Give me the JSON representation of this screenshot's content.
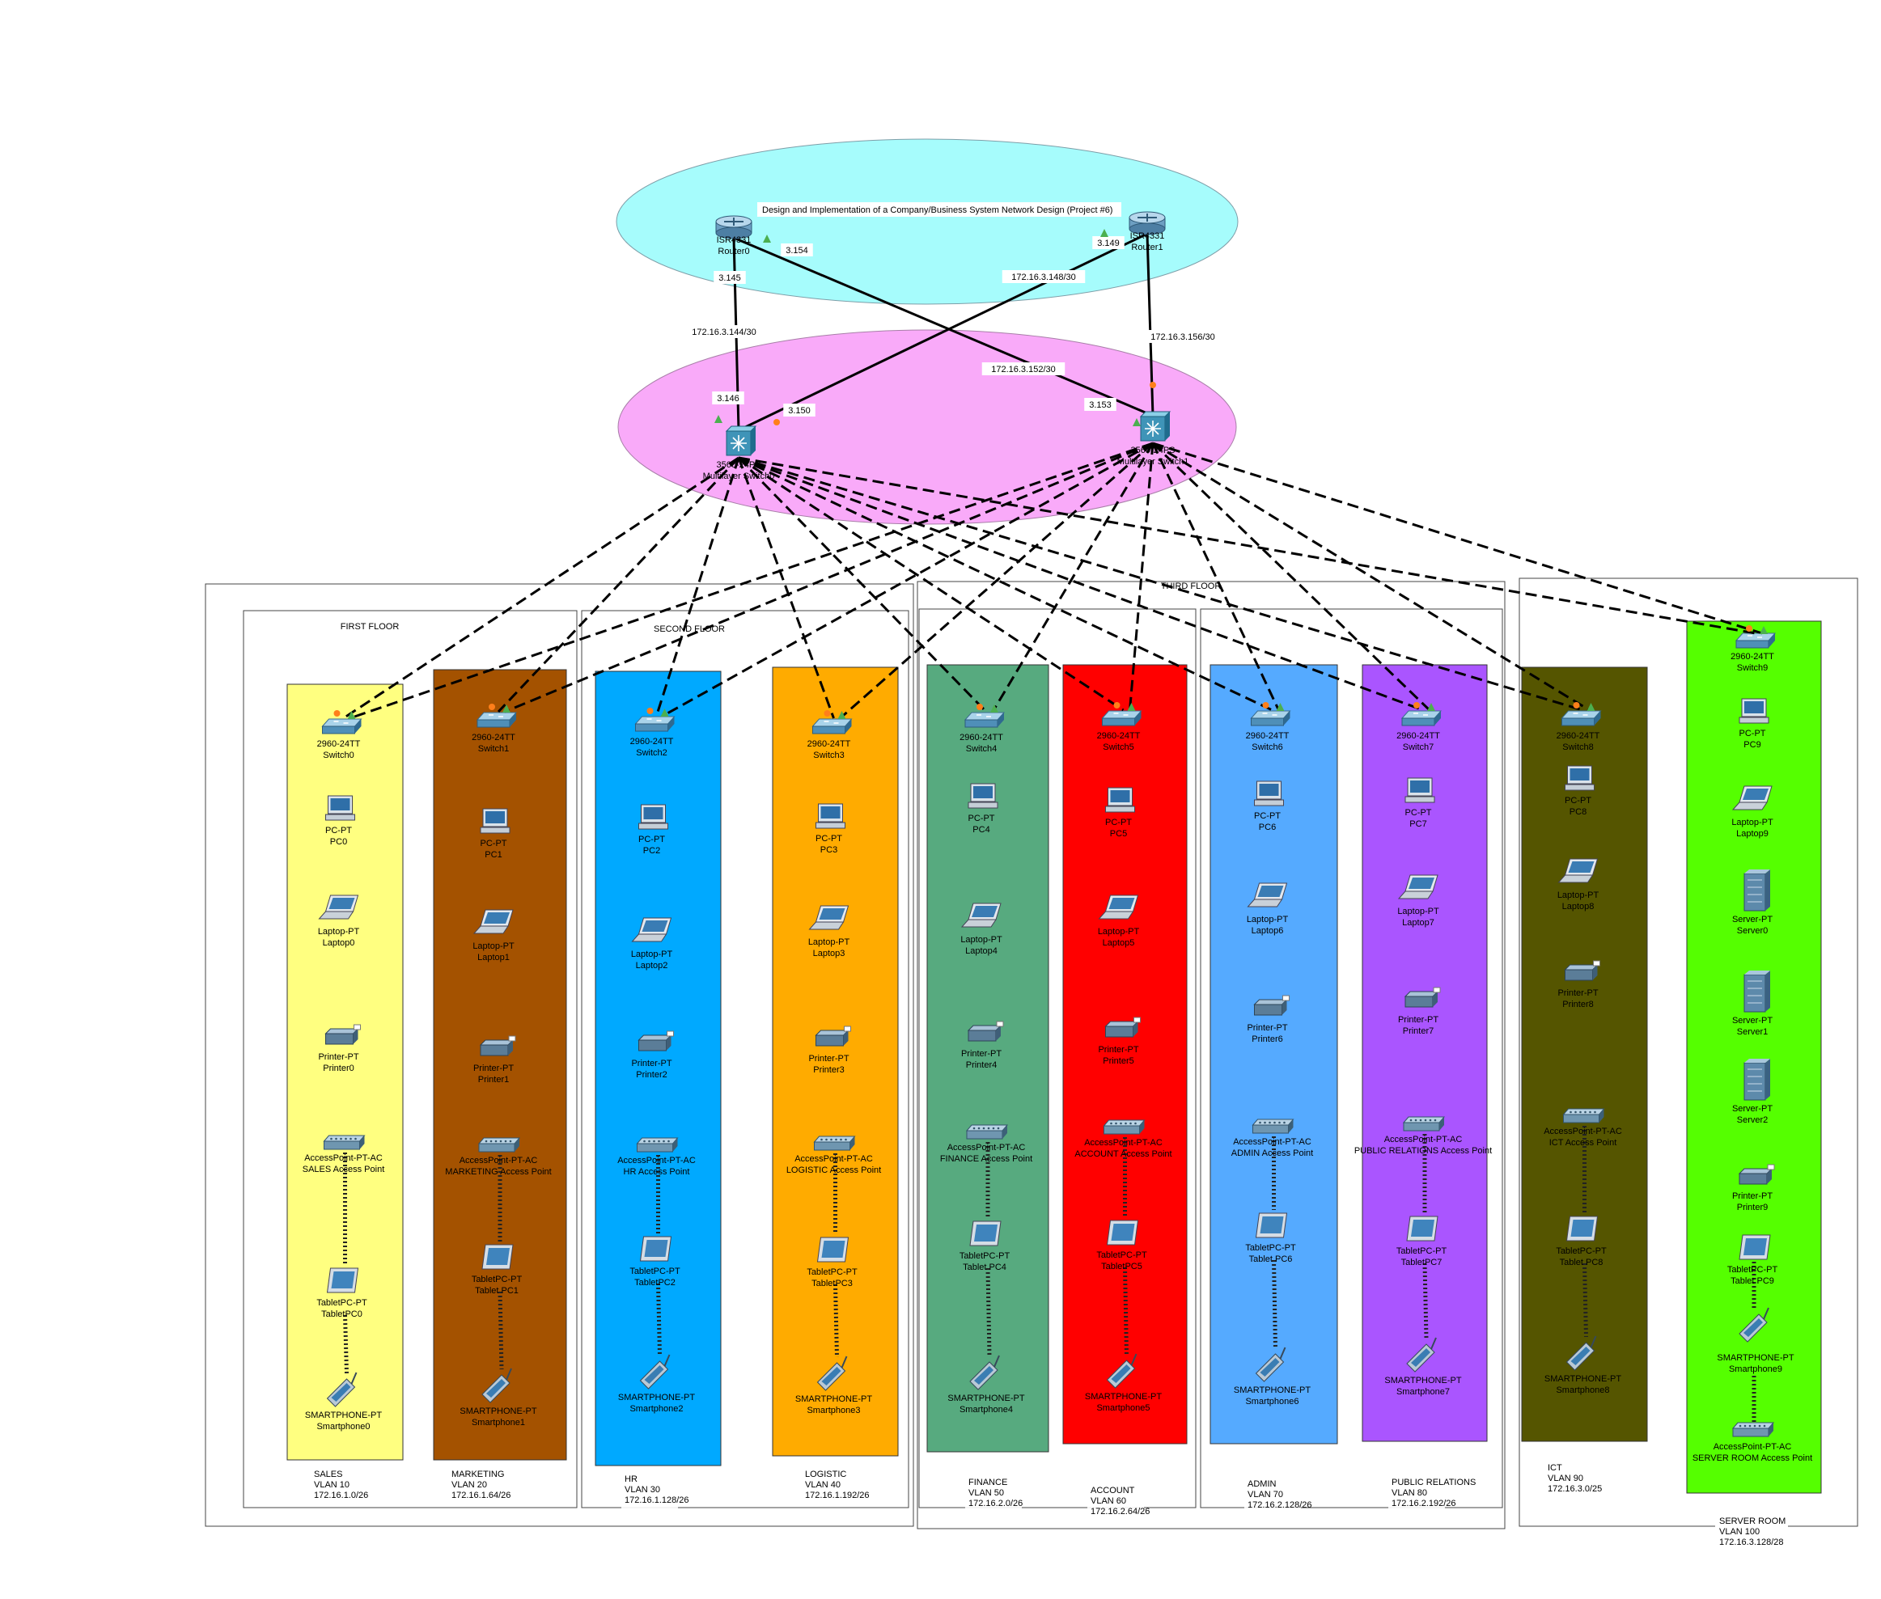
{
  "title": "Design and Implementation of a Company/Business System Network Design (Project #6)",
  "colors": {
    "core_ellipse": "#a6fcfc",
    "distribution_ellipse": "#f9aaf9",
    "link_solid": "#000000",
    "link_dashed": "#000000",
    "port_green": "#4caf50",
    "port_orange": "#ff7f1a"
  },
  "routers": [
    {
      "model": "ISR4331",
      "name": "Router0"
    },
    {
      "model": "ISR4331",
      "name": "Router1"
    }
  ],
  "multilayer_switches": [
    {
      "model": "3560-24PS",
      "name": "Multilayer Switch0"
    },
    {
      "model": "3560-24PS",
      "name": "Multilayer Switch1"
    }
  ],
  "ip_labels": [
    "3.145",
    "3.154",
    "3.149",
    "172.16.3.148/30",
    "172.16.3.144/30",
    "172.16.3.156/30",
    "172.16.3.152/30",
    "3.146",
    "3.150",
    "3.153"
  ],
  "floors": [
    "FIRST FLOOR",
    "SECOND FLOOR",
    "THIRD FLOOR"
  ],
  "departments": [
    {
      "key": "sales",
      "color": "#ffff80",
      "switch": [
        "2960-24TT",
        "Switch0"
      ],
      "pc": [
        "PC-PT",
        "PC0"
      ],
      "laptop": [
        "Laptop-PT",
        "Laptop0"
      ],
      "printer": [
        "Printer-PT",
        "Printer0"
      ],
      "ap": [
        "AccessPoint-PT-AC",
        "SALES Access Point"
      ],
      "tablet": [
        "TabletPC-PT",
        "TabletPC0"
      ],
      "phone": [
        "SMARTPHONE-PT",
        "Smartphone0"
      ],
      "note": [
        "SALES",
        "VLAN 10",
        "172.16.1.0/26"
      ]
    },
    {
      "key": "marketing",
      "color": "#a45200",
      "switch": [
        "2960-24TT",
        "Switch1"
      ],
      "pc": [
        "PC-PT",
        "PC1"
      ],
      "laptop": [
        "Laptop-PT",
        "Laptop1"
      ],
      "printer": [
        "Printer-PT",
        "Printer1"
      ],
      "ap": [
        "AccessPoint-PT-AC",
        "MARKETING Access Point"
      ],
      "tablet": [
        "TabletPC-PT",
        "Tablet PC1"
      ],
      "phone": [
        "SMARTPHONE-PT",
        "Smartphone1"
      ],
      "note": [
        "MARKETING",
        "VLAN 20",
        "172.16.1.64/26"
      ]
    },
    {
      "key": "hr",
      "color": "#00a9ff",
      "switch": [
        "2960-24TT",
        "Switch2"
      ],
      "pc": [
        "PC-PT",
        "PC2"
      ],
      "laptop": [
        "Laptop-PT",
        "Laptop2"
      ],
      "printer": [
        "Printer-PT",
        "Printer2"
      ],
      "ap": [
        "AccessPoint-PT-AC",
        "HR Access Point"
      ],
      "tablet": [
        "TabletPC-PT",
        "TabletPC2"
      ],
      "phone": [
        "SMARTPHONE-PT",
        "Smartphone2"
      ],
      "note": [
        "HR",
        "VLAN 30",
        "172.16.1.128/26"
      ]
    },
    {
      "key": "logistic",
      "color": "#ffab00",
      "switch": [
        "2960-24TT",
        "Switch3"
      ],
      "pc": [
        "PC-PT",
        "PC3"
      ],
      "laptop": [
        "Laptop-PT",
        "Laptop3"
      ],
      "printer": [
        "Printer-PT",
        "Printer3"
      ],
      "ap": [
        "AccessPoint-PT-AC",
        "LOGISTIC Access Point"
      ],
      "tablet": [
        "TabletPC-PT",
        "TabletPC3"
      ],
      "phone": [
        "SMARTPHONE-PT",
        "Smartphone3"
      ],
      "note": [
        "LOGISTIC",
        "VLAN 40",
        "172.16.1.192/26"
      ]
    },
    {
      "key": "finance",
      "color": "#57aa7f",
      "switch": [
        "2960-24TT",
        "Switch4"
      ],
      "pc": [
        "PC-PT",
        "PC4"
      ],
      "laptop": [
        "Laptop-PT",
        "Laptop4"
      ],
      "printer": [
        "Printer-PT",
        "Printer4"
      ],
      "ap": [
        "AccessPoint-PT-AC",
        "FINANCE Access Point"
      ],
      "tablet": [
        "TabletPC-PT",
        "Tablet PC4"
      ],
      "phone": [
        "SMARTPHONE-PT",
        "Smartphone4"
      ],
      "note": [
        "FINANCE",
        "VLAN 50",
        "172.16.2.0/26"
      ]
    },
    {
      "key": "account",
      "color": "#ff0000",
      "switch": [
        "2960-24TT",
        "Switch5"
      ],
      "pc": [
        "PC-PT",
        "PC5"
      ],
      "laptop": [
        "Laptop-PT",
        "Laptop5"
      ],
      "printer": [
        "Printer-PT",
        "Printer5"
      ],
      "ap": [
        "AccessPoint-PT-AC",
        "ACCOUNT Access Point"
      ],
      "tablet": [
        "TabletPC-PT",
        "TabletPC5"
      ],
      "phone": [
        "SMARTPHONE-PT",
        "Smartphone5"
      ],
      "note": [
        "ACCOUNT",
        "VLAN 60",
        "172.16.2.64/26"
      ]
    },
    {
      "key": "admin",
      "color": "#55aaff",
      "switch": [
        "2960-24TT",
        "Switch6"
      ],
      "pc": [
        "PC-PT",
        "PC6"
      ],
      "laptop": [
        "Laptop-PT",
        "Laptop6"
      ],
      "printer": [
        "Printer-PT",
        "Printer6"
      ],
      "ap": [
        "AccessPoint-PT-AC",
        "ADMIN Access Point"
      ],
      "tablet": [
        "TabletPC-PT",
        "Tablet PC6"
      ],
      "phone": [
        "SMARTPHONE-PT",
        "Smartphone6"
      ],
      "note": [
        "ADMIN",
        "VLAN 70",
        "172.16.2.128/26"
      ]
    },
    {
      "key": "pr",
      "color": "#aa55ff",
      "switch": [
        "2960-24TT",
        "Switch7"
      ],
      "pc": [
        "PC-PT",
        "PC7"
      ],
      "laptop": [
        "Laptop-PT",
        "Laptop7"
      ],
      "printer": [
        "Printer-PT",
        "Printer7"
      ],
      "ap": [
        "AccessPoint-PT-AC",
        "PUBLIC RELATIONS Access Point"
      ],
      "tablet": [
        "TabletPC-PT",
        "TabletPC7"
      ],
      "phone": [
        "SMARTPHONE-PT",
        "Smartphone7"
      ],
      "note": [
        "PUBLIC RELATIONS",
        "VLAN 80",
        "172.16.2.192/26"
      ]
    },
    {
      "key": "ict",
      "color": "#555500",
      "switch": [
        "2960-24TT",
        "Switch8"
      ],
      "pc": [
        "PC-PT",
        "PC8"
      ],
      "laptop": [
        "Laptop-PT",
        "Laptop8"
      ],
      "printer": [
        "Printer-PT",
        "Printer8"
      ],
      "ap": [
        "AccessPoint-PT-AC",
        "ICT Access Point"
      ],
      "tablet": [
        "TabletPC-PT",
        "Tablet PC8"
      ],
      "phone": [
        "SMARTPHONE-PT",
        "Smartphone8"
      ],
      "note": [
        "ICT",
        "VLAN 90",
        "172.16.3.0/25"
      ]
    }
  ],
  "server_room": {
    "color": "#55ff00",
    "switch": [
      "2960-24TT",
      "Switch9"
    ],
    "pc": [
      "PC-PT",
      "PC9"
    ],
    "laptop": [
      "Laptop-PT",
      "Laptop9"
    ],
    "servers": [
      [
        "Server-PT",
        "Server0"
      ],
      [
        "Server-PT",
        "Server1"
      ],
      [
        "Server-PT",
        "Server2"
      ]
    ],
    "printer": [
      "Printer-PT",
      "Printer9"
    ],
    "tablet": [
      "TabletPC-PT",
      "Tablet PC9"
    ],
    "phone": [
      "SMARTPHONE-PT",
      "Smartphone9"
    ],
    "ap": [
      "AccessPoint-PT-AC",
      "SERVER ROOM Access Point"
    ],
    "note": [
      "SERVER ROOM",
      "VLAN 100",
      "172.16.3.128/28"
    ]
  }
}
